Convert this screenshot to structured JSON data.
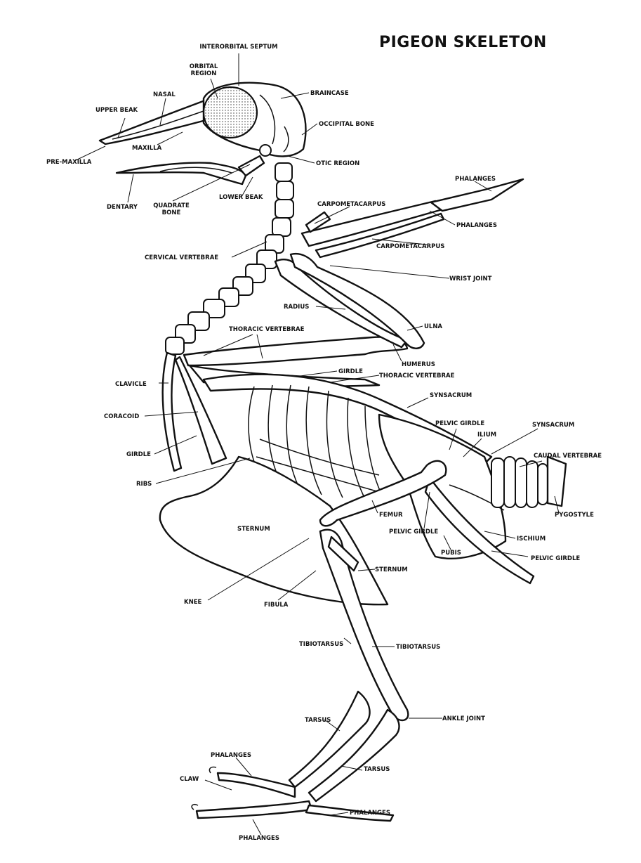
{
  "title": "PIGEON SKELETON",
  "labels": {
    "interorbital_septum": "INTERORBITAL SEPTUM",
    "orbital_region": "ORBITAL\nREGION",
    "nasal": "NASAL",
    "braincase": "BRAINCASE",
    "upper_beak": "UPPER BEAK",
    "occipital_bone": "OCCIPITAL BONE",
    "maxilla": "MAXILLA",
    "pre_maxilla": "PRE-MAXILLA",
    "otic_region": "OTIC REGION",
    "dentary": "DENTARY",
    "quadrate_bone": "QUADRATE\nBONE",
    "lower_beak": "LOWER BEAK",
    "phalanges_wing_top": "PHALANGES",
    "carpometacarpus_top": "CARPOMETACARPUS",
    "phalanges_wing_bottom": "PHALANGES",
    "carpometacarpus_bottom": "CARPOMETACARPUS",
    "cervical_vertebrae": "CERVICAL VERTEBRAE",
    "wrist_joint": "WRIST JOINT",
    "radius": "RADIUS",
    "ulna": "ULNA",
    "thoracic_vertebrae_top": "THORACIC VERTEBRAE",
    "humerus": "HUMERUS",
    "girdle_upper": "GIRDLE",
    "thoracic_vertebrae_mid": "THORACIC VERTEBRAE",
    "clavicle": "CLAVICLE",
    "synsacrum_mid": "SYNSACRUM",
    "coracoid": "CORACOID",
    "pelvic_girdle_top": "PELVIC GIRDLE",
    "synsacrum_right": "SYNSACRUM",
    "ilium": "ILIUM",
    "girdle_left": "GIRDLE",
    "caudal_vertebrae": "CAUDAL VERTEBRAE",
    "ribs": "RIBS",
    "femur": "FEMUR",
    "pygostyle": "PYGOSTYLE",
    "sternum_main": "STERNUM",
    "pelvic_girdle_mid": "PELVIC GIRDLE",
    "ischium": "ISCHIUM",
    "pubis": "PUBIS",
    "pelvic_girdle_bottom": "PELVIC GIRDLE",
    "sternum_lower": "STERNUM",
    "knee": "KNEE",
    "fibula": "FIBULA",
    "tibiotarsus_left": "TIBIOTARSUS",
    "tibiotarsus_right": "TIBIOTARSUS",
    "tarsus_left": "TARSUS",
    "ankle_joint": "ANKLE JOINT",
    "phalanges_foot_top": "PHALANGES",
    "tarsus_right": "TARSUS",
    "claw": "CLAW",
    "phalanges_foot_right": "PHALANGES",
    "phalanges_foot_bottom": "PHALANGES"
  }
}
